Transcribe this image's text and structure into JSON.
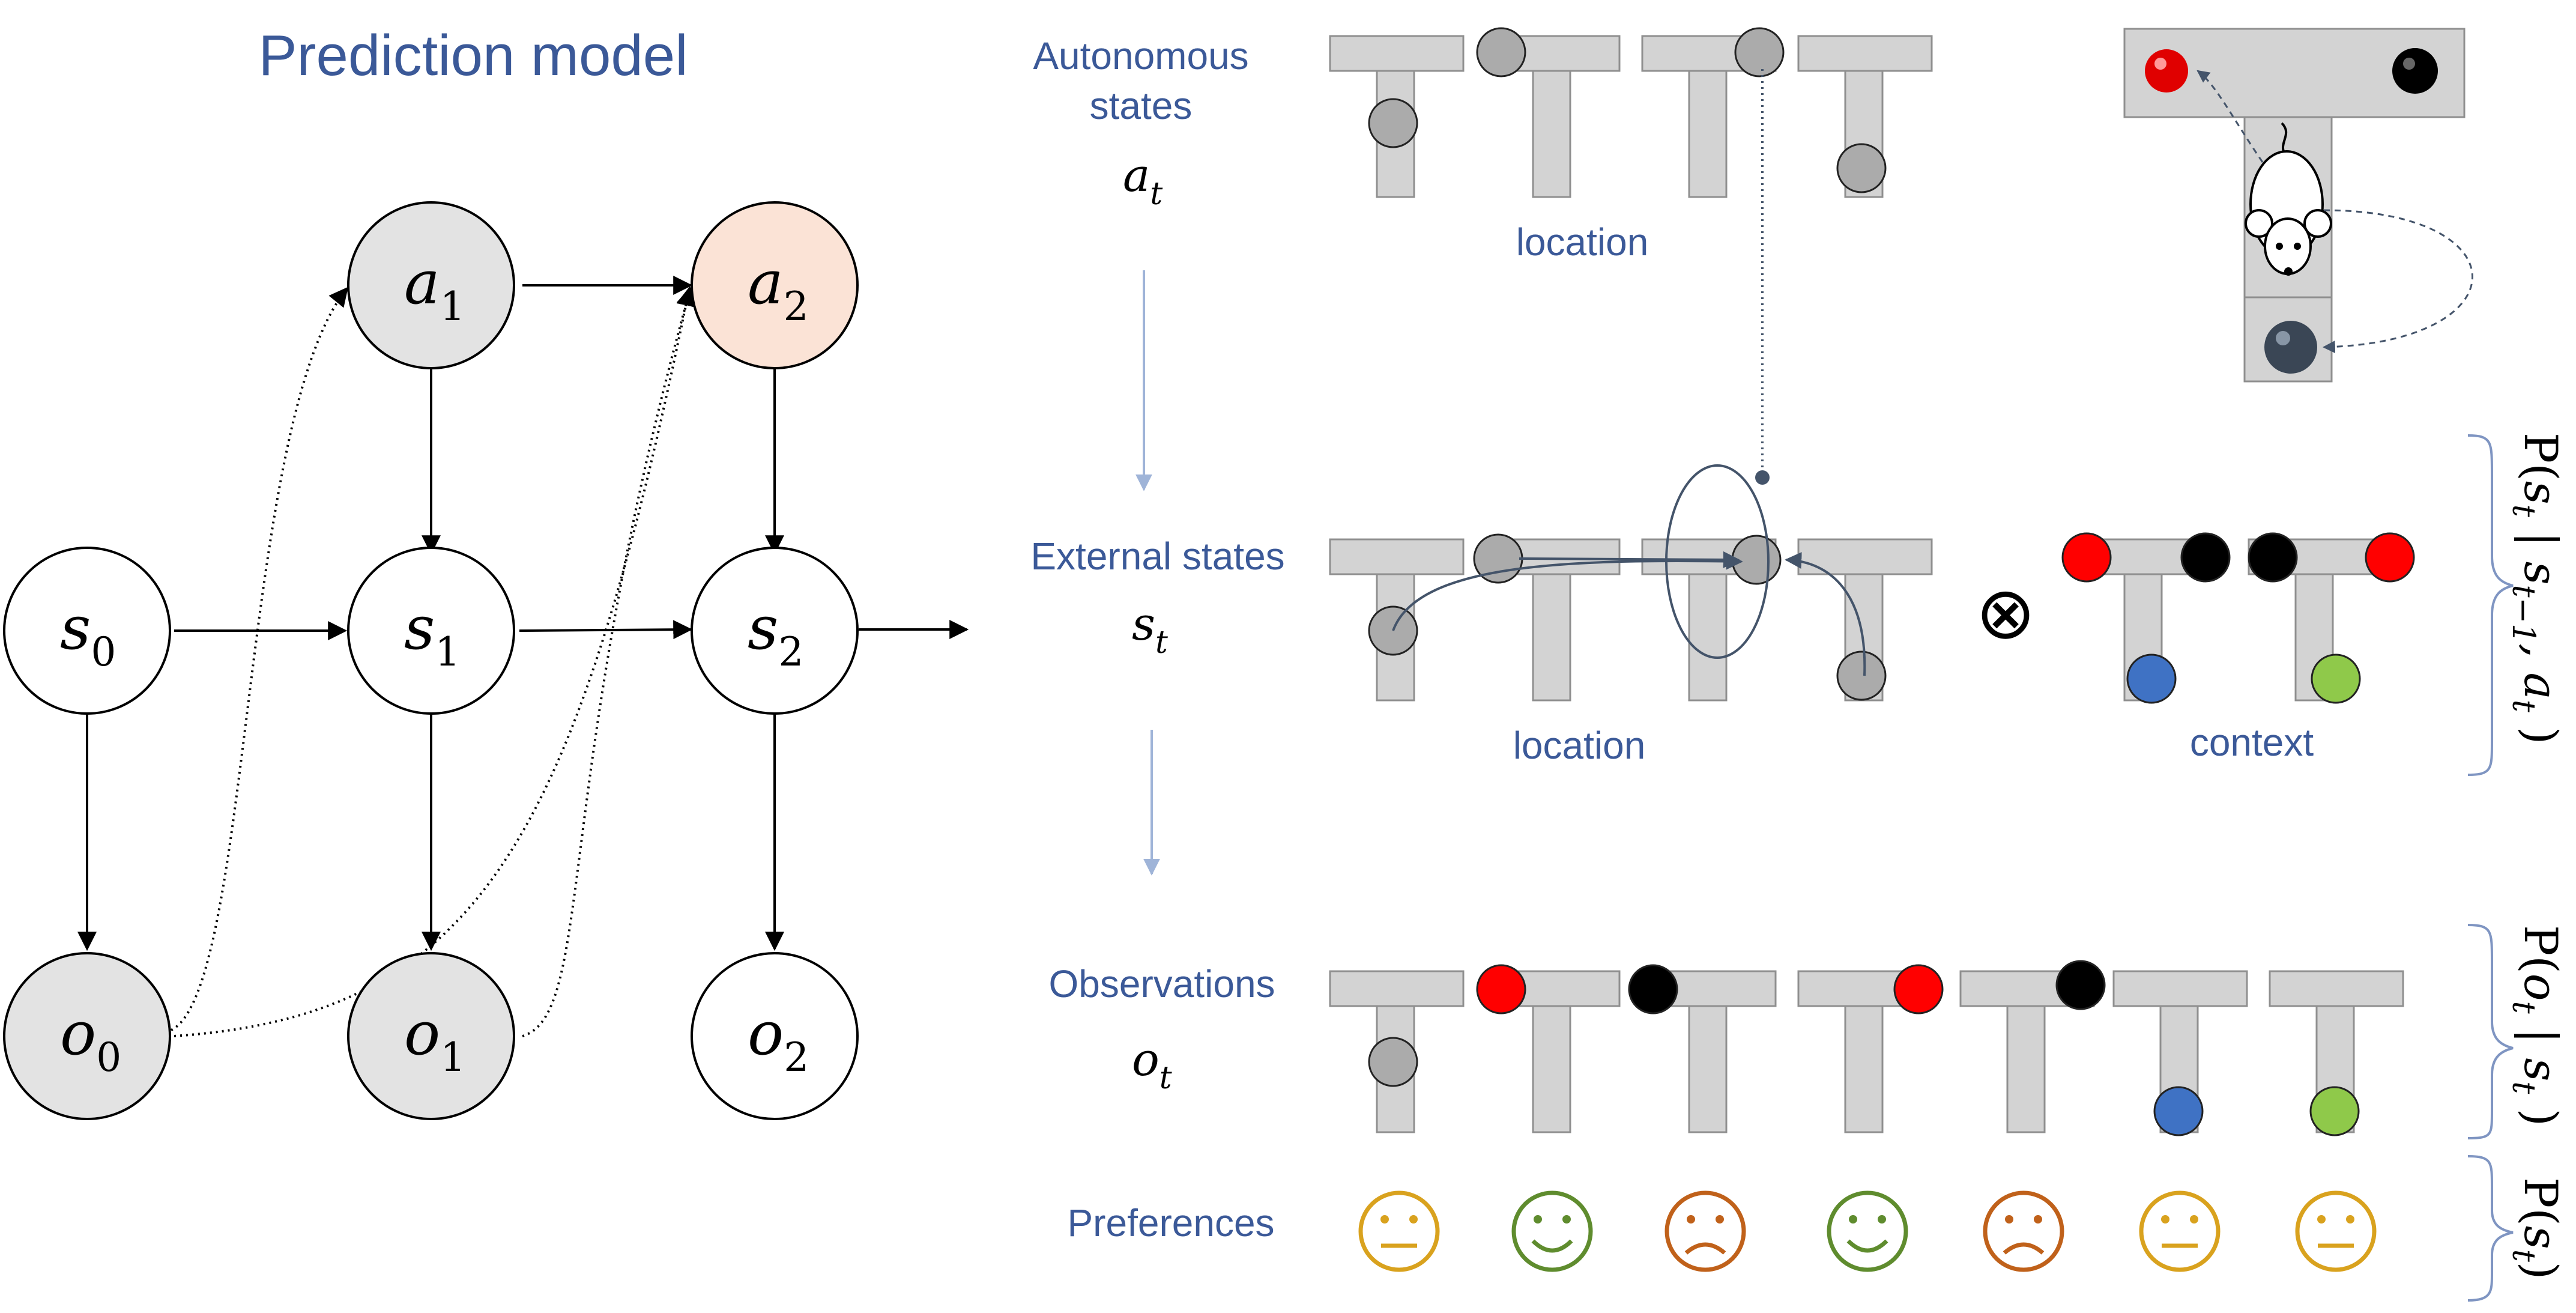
{
  "title": "Prediction model",
  "colors": {
    "title": "#3b5998",
    "label": "#3b5998",
    "arm": "#d3d3d3",
    "arm_stroke": "#8f8f8f",
    "agent": "#ababab",
    "red": "#ff0000",
    "black": "#000000",
    "blue": "#3f72c4",
    "green": "#8fc94a",
    "a2_fill": "#fbe3d6",
    "shaded_node": "#e3e3e3",
    "smile_yellow": "#d9a21e",
    "smile_green": "#5f8c2e",
    "smile_orange": "#c0611a"
  },
  "nodes": {
    "a1": {
      "sym": "a",
      "sub": "1",
      "fill": "shaded"
    },
    "a2": {
      "sym": "a",
      "sub": "2",
      "fill": "a2"
    },
    "s0": {
      "sym": "s",
      "sub": "0",
      "fill": "white"
    },
    "s1": {
      "sym": "s",
      "sub": "1",
      "fill": "white"
    },
    "s2": {
      "sym": "s",
      "sub": "2",
      "fill": "white"
    },
    "o0": {
      "sym": "o",
      "sub": "0",
      "fill": "shaded"
    },
    "o1": {
      "sym": "o",
      "sub": "1",
      "fill": "shaded"
    },
    "o2": {
      "sym": "o",
      "sub": "2",
      "fill": "white"
    }
  },
  "rows": {
    "autonomous": {
      "label_line1": "Autonomous",
      "label_line2": "states",
      "sym": "a",
      "sub": "t",
      "caption": "location"
    },
    "external": {
      "label": "External states",
      "sym": "s",
      "sub": "t",
      "caption1": "location",
      "caption2": "context",
      "otimes": "⊗"
    },
    "observations": {
      "label": "Observations",
      "sym": "o",
      "sub": "t"
    },
    "preferences": {
      "label": "Preferences"
    }
  },
  "brackets": {
    "transition": {
      "text_prefix": "P(",
      "text_main": "s",
      "text_sub": "t",
      "text_mid": " | s",
      "text_sub2": "t−1",
      "text_after": ", a",
      "text_sub3": "t",
      "text_close": " )"
    },
    "likelihood": {
      "text_prefix": "P(",
      "text_main": "o",
      "text_sub": "t",
      "text_mid": " | s",
      "text_sub2": "t",
      "text_close": " )"
    },
    "preference": {
      "text_prefix": "P(",
      "text_main": "s",
      "text_sub": "t",
      "text_close": ")"
    }
  },
  "preferences": [
    "neutral",
    "happy",
    "sad",
    "happy",
    "sad",
    "neutral",
    "neutral"
  ]
}
